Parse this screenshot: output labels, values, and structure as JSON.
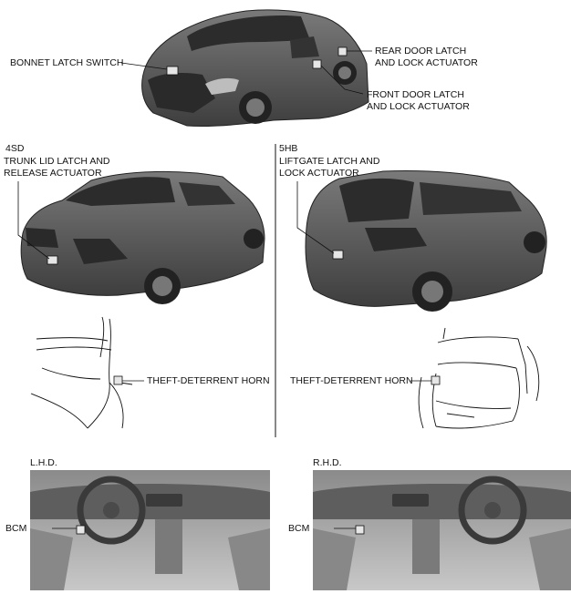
{
  "labels": {
    "bonnet_latch_switch": "BONNET LATCH SWITCH",
    "rear_door_latch_l1": "REAR DOOR LATCH",
    "rear_door_latch_l2": "AND LOCK ACTUATOR",
    "front_door_latch_l1": "FRONT DOOR LATCH",
    "front_door_latch_l2": "AND LOCK ACTUATOR",
    "variant_4sd": "4SD",
    "variant_5hb": "5HB",
    "trunk_lid_l1": "TRUNK LID LATCH AND",
    "trunk_lid_l2": "RELEASE ACTUATOR",
    "liftgate_l1": "LIFTGATE LATCH AND",
    "liftgate_l2": "LOCK ACTUATOR",
    "theft_horn_4sd": "THEFT-DETERRENT HORN",
    "theft_horn_5hb": "THEFT-DETERRENT HORN",
    "lhd": "L.H.D.",
    "rhd": "R.H.D.",
    "bcm_lhd": "BCM",
    "bcm_rhd": "BCM"
  },
  "colors": {
    "body_dark": "#4a4a4a",
    "body_mid": "#6e6e6e",
    "glass": "#2c2c2c",
    "interior": "#9a9a9a",
    "interior_light": "#cfcfcf",
    "component": "#e6e6e6",
    "line": "#111111"
  }
}
